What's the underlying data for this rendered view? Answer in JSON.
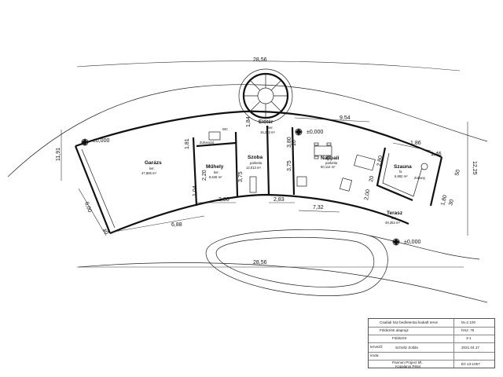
{
  "rooms": [
    {
      "name": "Garázs",
      "type": "ker.",
      "area": "47,806 m²"
    },
    {
      "name": "Műhely",
      "type": "ker.",
      "area": "8,646 m²"
    },
    {
      "name": "Szoba",
      "type": "parketta",
      "area": "12,013 m²"
    },
    {
      "name": "Előtér",
      "type": "ker.",
      "area": "15,223 m²"
    },
    {
      "name": "Nappali",
      "type": "parketta",
      "area": "50,114 m²"
    },
    {
      "name": "Szauna",
      "type": "fa",
      "area": "6,882 m²"
    },
    {
      "name": "Terasz",
      "type": "ker.",
      "area": "49,352 m²"
    },
    {
      "name": "Zuhanyzó",
      "type": "",
      "area": ""
    },
    {
      "name": "WC",
      "type": "",
      "area": ""
    },
    {
      "name": "Zuhany",
      "type": "",
      "area": ""
    }
  ],
  "levels": {
    "left": "±0,000",
    "right": "±0,000",
    "terrace": "±0,000"
  },
  "dimensions": {
    "top_width": "28,56",
    "bottom_width": "28,56",
    "left_height": "11,91",
    "right_height": "12,25",
    "d_184": "1,84",
    "d_220": "2,20",
    "d_280": "2,80",
    "d_283": "2,83",
    "d_732": "7,32",
    "d_375": "3,75",
    "d_954": "9,54",
    "d_186": "1,86",
    "d_146": "1,46",
    "d_280b": "2,80",
    "d_688": "6,88",
    "d_600": "6,00",
    "d_40": "40",
    "d_104": "1,04",
    "d_181": "1,81",
    "d_200": "2,00",
    "d_10": "10",
    "d_20": "20",
    "d_30": "30",
    "d_50": "50",
    "d_180": "1,80",
    "d_380": "3,80",
    "d_375b": "3,75"
  },
  "title_block": {
    "project": "Családi ház bedletentai kiabaft terve",
    "scale": "M=1:100",
    "subtitle": "Földszinti alaprajz",
    "hrsz": "hrsz: 75",
    "sheet_name": "Földszint",
    "sheet_no": "3-1",
    "label_author": "tervező:",
    "author": "Scholtz Zoltán",
    "date": "2021.04.17",
    "label_office": "iroda:",
    "office_line1": "Pannon Project kft.",
    "office_line2": "Kopalanyi Péter",
    "license": "É/I 13-1057"
  }
}
